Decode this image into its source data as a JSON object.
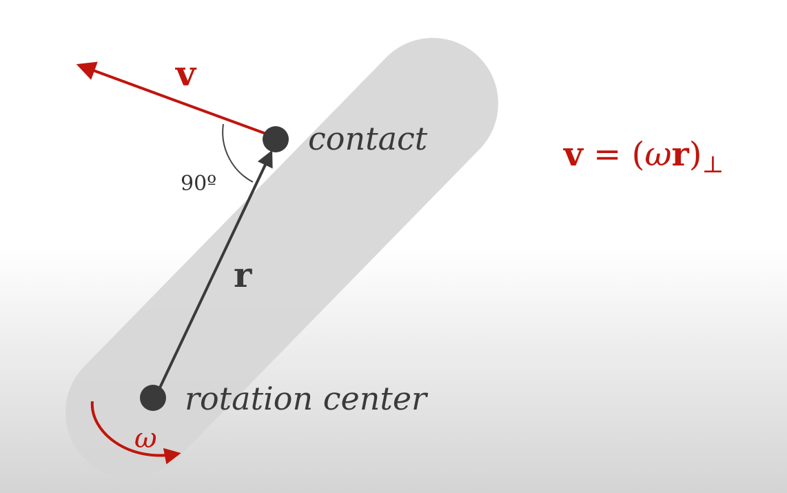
{
  "labels": {
    "velocity": "v",
    "radius": "r",
    "contact": "contact",
    "rotation_center": "rotation center",
    "omega": "ω",
    "angle": "90º"
  },
  "formula": {
    "lhs": "v",
    "equals": " = (",
    "omega": "ω",
    "r": "r",
    "close": ")",
    "subscript": "⊥"
  },
  "colors": {
    "accent_red": "#c0150c",
    "dark": "#3a3a3a",
    "capsule": "#d6d6d6"
  }
}
